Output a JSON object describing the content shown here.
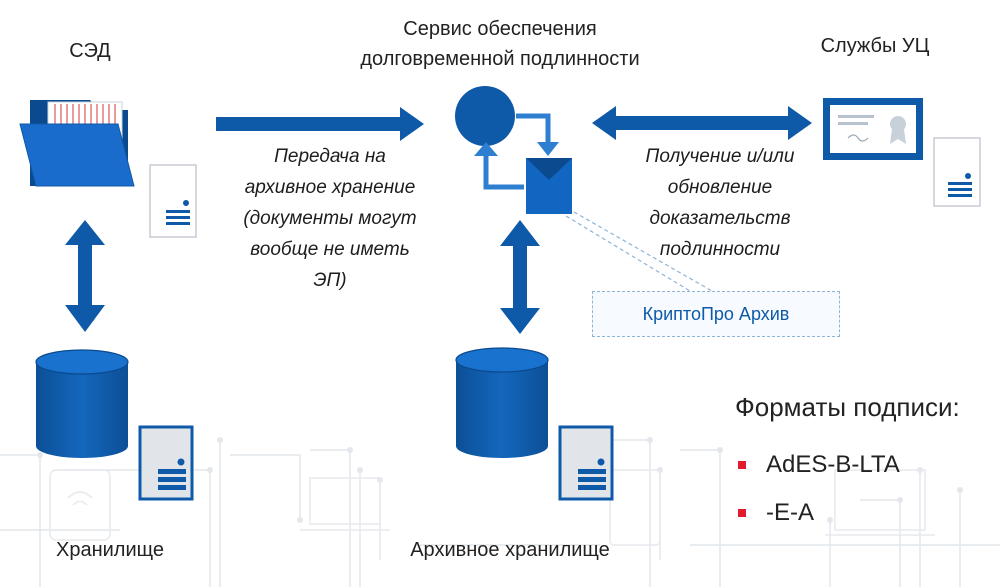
{
  "nodes": {
    "sed": {
      "label": "СЭД"
    },
    "service": {
      "label_line1": "Сервис обеспечения",
      "label_line2": "долговременной подлинности"
    },
    "ca": {
      "label": "Службы УЦ"
    },
    "storage": {
      "label": "Хранилище"
    },
    "archive": {
      "label": "Архивное хранилище"
    }
  },
  "edges": {
    "transfer": {
      "lines": [
        "Передача на",
        "архивное хранение",
        "(документы могут",
        "вообще не иметь",
        "ЭП)"
      ]
    },
    "evidence": {
      "lines": [
        "Получение и/или",
        "обновление",
        "доказательств",
        "подлинности"
      ]
    }
  },
  "badge": {
    "label": "КриптоПро Архив"
  },
  "formats": {
    "title": "Форматы подписи:",
    "items": [
      "AdES-B-LTA",
      "-E-A"
    ]
  },
  "colors": {
    "primary": "#0e5aa8",
    "primary_light": "#2f7fd0",
    "bullet": "#e3192d",
    "server_body": "#dfe3e9"
  },
  "icons": {
    "sed": "folder-icon",
    "ca": "certificate-icon",
    "storage": "database-icon",
    "server": "server-icon",
    "service": "process-cycle-icon"
  }
}
